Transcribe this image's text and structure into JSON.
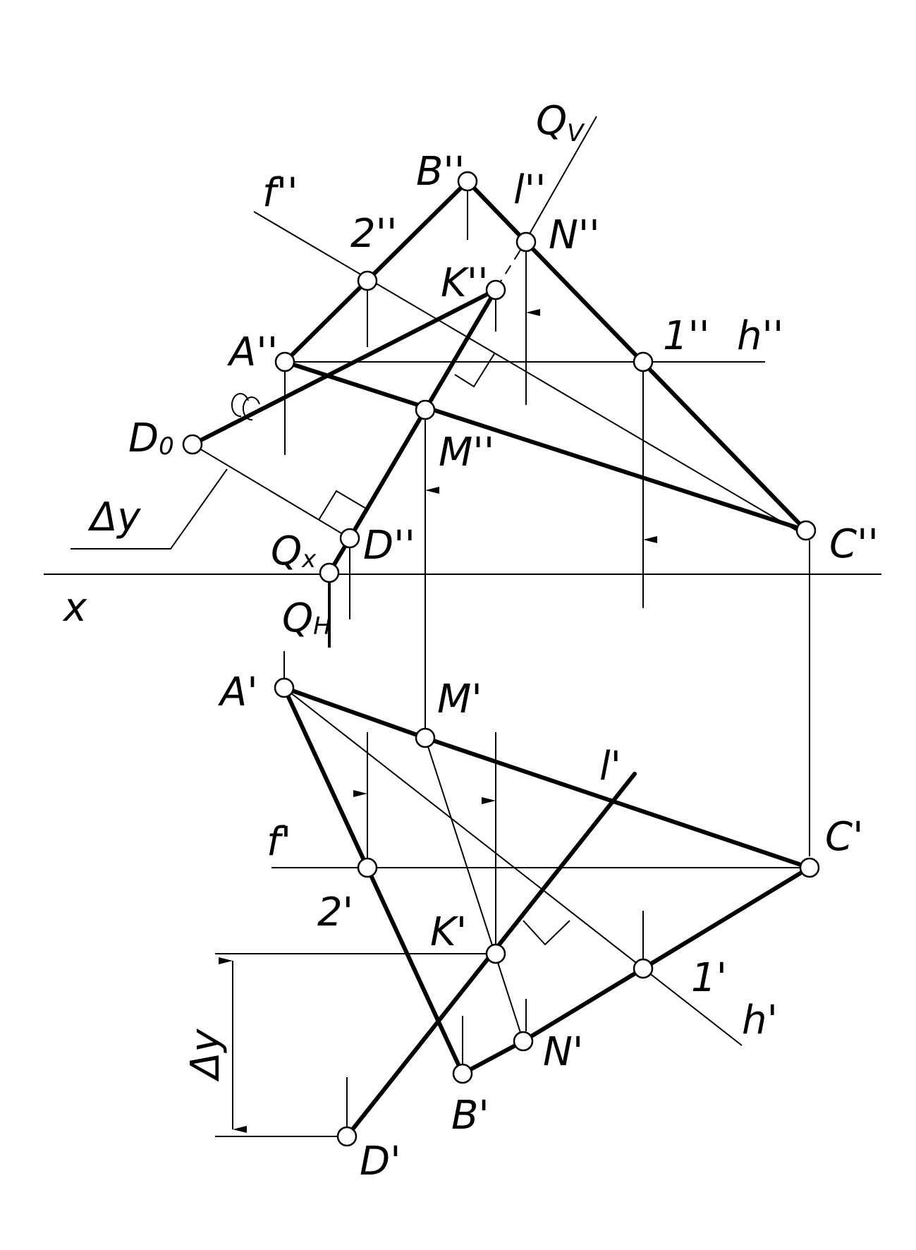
{
  "labels": {
    "B2": "B''",
    "f2": "f''",
    "l2": "l''",
    "QV": "Q",
    "QV_sub": "V",
    "N2": "N''",
    "n2_2": "2''",
    "K2": "K''",
    "A2": "A''",
    "n1_2": "1''",
    "h2": "h''",
    "D0": "D",
    "D0_sub": "0",
    "M2": "M''",
    "dy_top": "Δy",
    "QX": "Q",
    "QX_sub": "x",
    "D2": "D''",
    "C2": "C''",
    "x": "x",
    "QH": "Q",
    "QH_sub": "H",
    "A1": "A'",
    "M1": "M'",
    "l1": "l'",
    "f1": "f'",
    "C1": "C'",
    "n2_1": "2'",
    "K1": "K'",
    "n1_1": "1'",
    "h1": "h'",
    "dy_bottom": "Δy",
    "N1": "N'",
    "B1": "B'",
    "D1": "D'"
  }
}
